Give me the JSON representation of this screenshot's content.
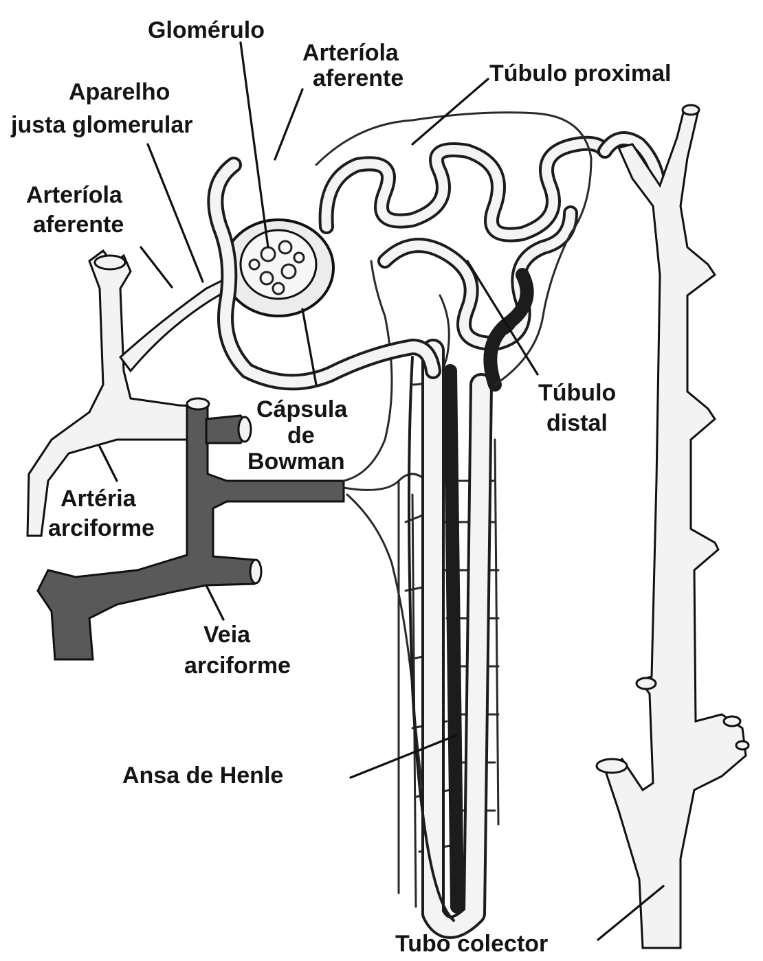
{
  "labels": {
    "glomerulo": "Glomérulo",
    "arteriola_top_1": "Arteríola",
    "arteriola_top_2": "aferente",
    "tubulo_proximal": "Túbulo proximal",
    "aparelho_1": "Aparelho",
    "aparelho_2": "justa glomerular",
    "arteriola_left_1": "Arteríola",
    "arteriola_left_2": "aferente",
    "capsula_1": "Cápsula",
    "capsula_2": "de",
    "capsula_3": "Bowman",
    "tubulo_distal_1": "Túbulo",
    "tubulo_distal_2": "distal",
    "arteria_1": "Artéria",
    "arteria_2": "arciforme",
    "veia_1": "Veia",
    "veia_2": "arciforme",
    "ansa": "Ansa de Henle",
    "tubo": "Tubo colector"
  }
}
